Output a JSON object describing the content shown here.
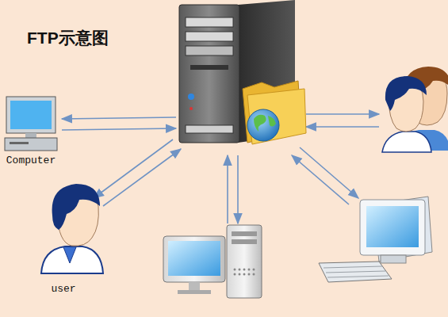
{
  "diagram": {
    "title": "FTP示意图",
    "labels": [
      "Computer",
      "user"
    ]
  }
}
